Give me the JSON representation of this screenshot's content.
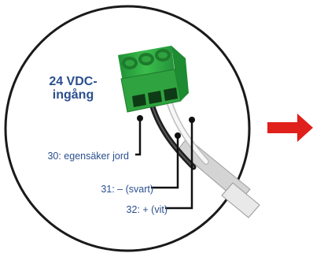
{
  "heading": {
    "line1": "24 VDC-",
    "line2": "ingång"
  },
  "terminals": [
    {
      "label": "30: egensäker jord"
    },
    {
      "label": "31: – (svart)"
    },
    {
      "label": "32: + (vit)"
    }
  ],
  "colors": {
    "label_blue": "#2a4f8f",
    "connector_green": "#2fa33f",
    "arrow_red": "#e0201b",
    "circle_outline": "#1a1a1a"
  }
}
